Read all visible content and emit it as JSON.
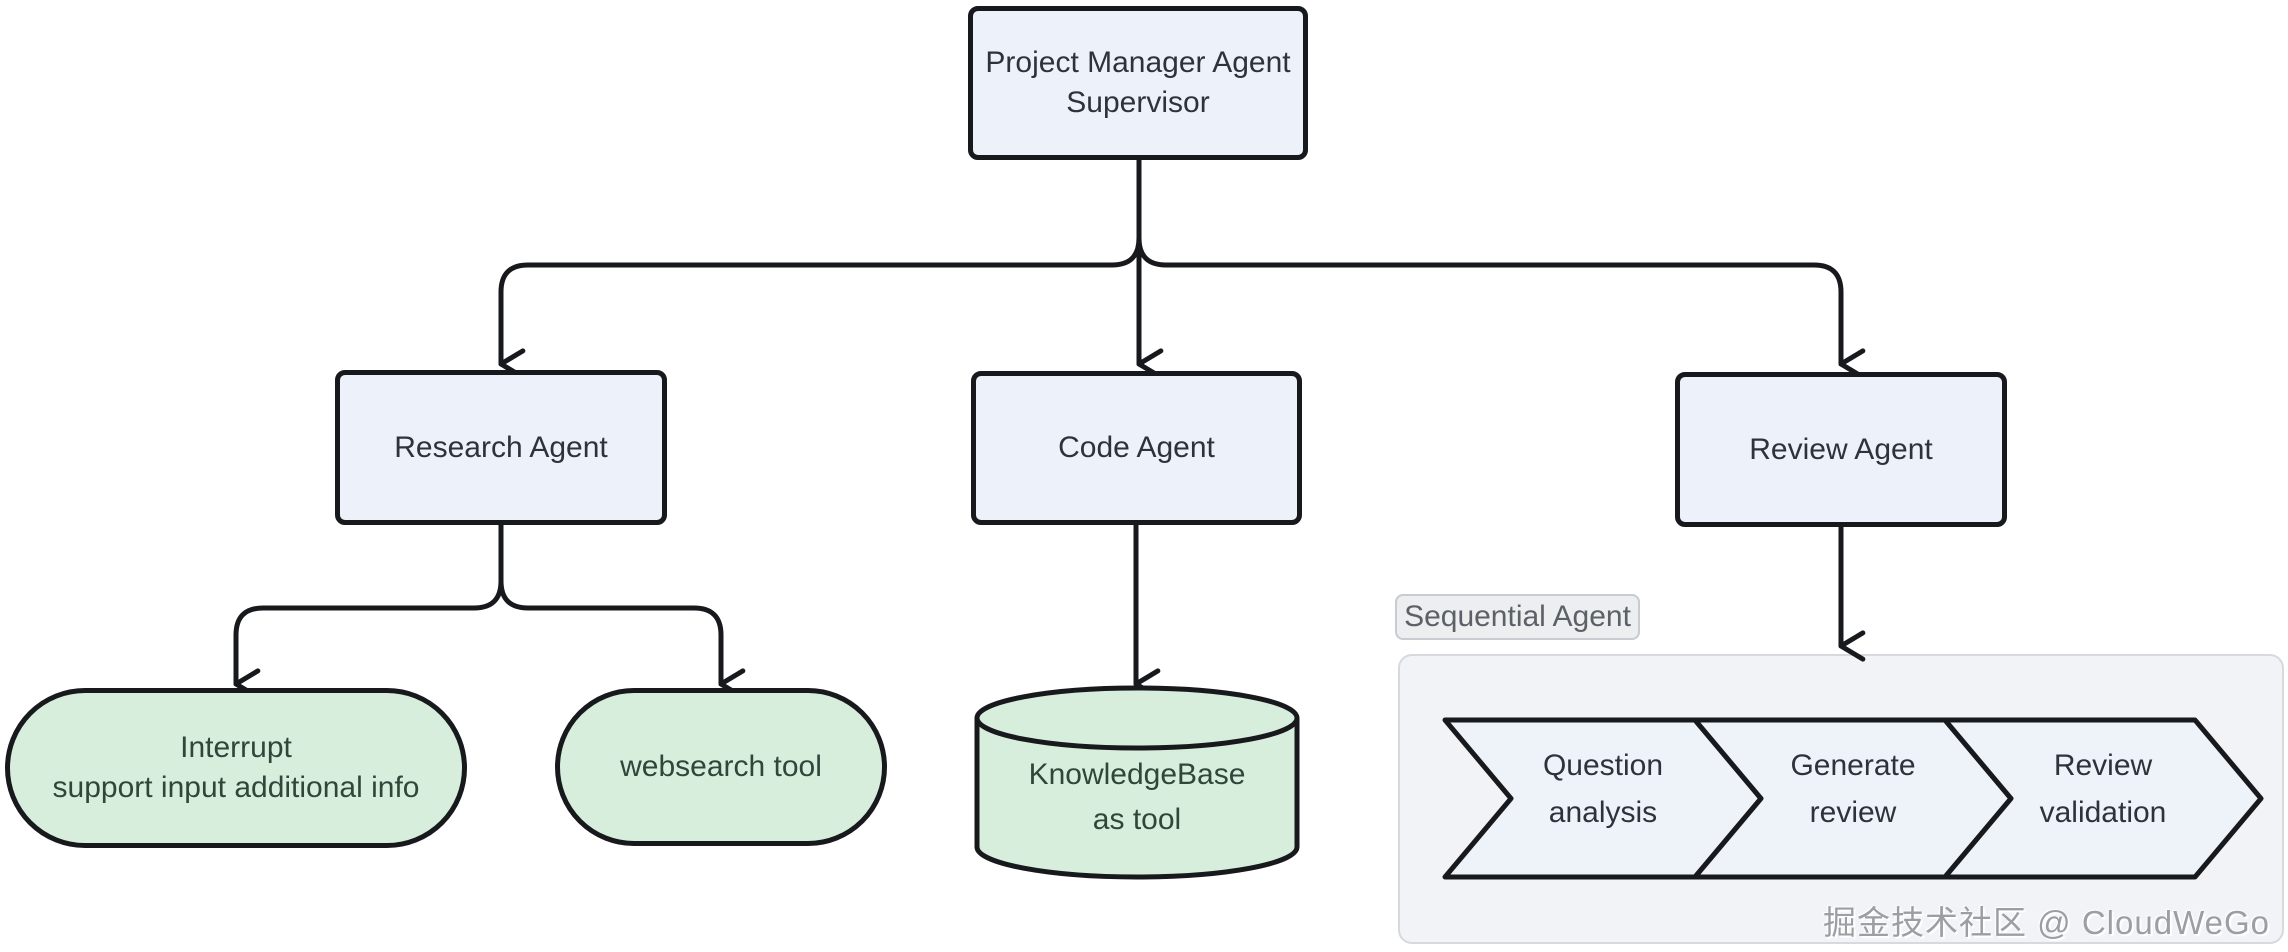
{
  "diagram": {
    "supervisor": {
      "lines": [
        "Project Manager Agent",
        "Supervisor"
      ]
    },
    "agents": {
      "research": "Research Agent",
      "code": "Code Agent",
      "review": "Review Agent"
    },
    "tools": {
      "interrupt": {
        "lines": [
          "Interrupt",
          "support input additional info"
        ]
      },
      "websearch": "websearch tool",
      "knowledgebase": {
        "lines": [
          "KnowledgeBase",
          "as tool"
        ]
      }
    },
    "sequential": {
      "label": "Sequential Agent",
      "steps": [
        {
          "lines": [
            "Question",
            "analysis"
          ]
        },
        {
          "lines": [
            "Generate",
            "review"
          ]
        },
        {
          "lines": [
            "Review",
            "validation"
          ]
        }
      ]
    },
    "watermark": "掘金技术社区 @ CloudWeGo",
    "colors": {
      "agent_fill": "#ECF1FA",
      "tool_fill": "#D8EEDC",
      "step_fill": "#EEF2F9",
      "edge_stroke": "#17191D",
      "container_fill": "#F2F3F6",
      "container_border": "#D6D9DD"
    }
  }
}
